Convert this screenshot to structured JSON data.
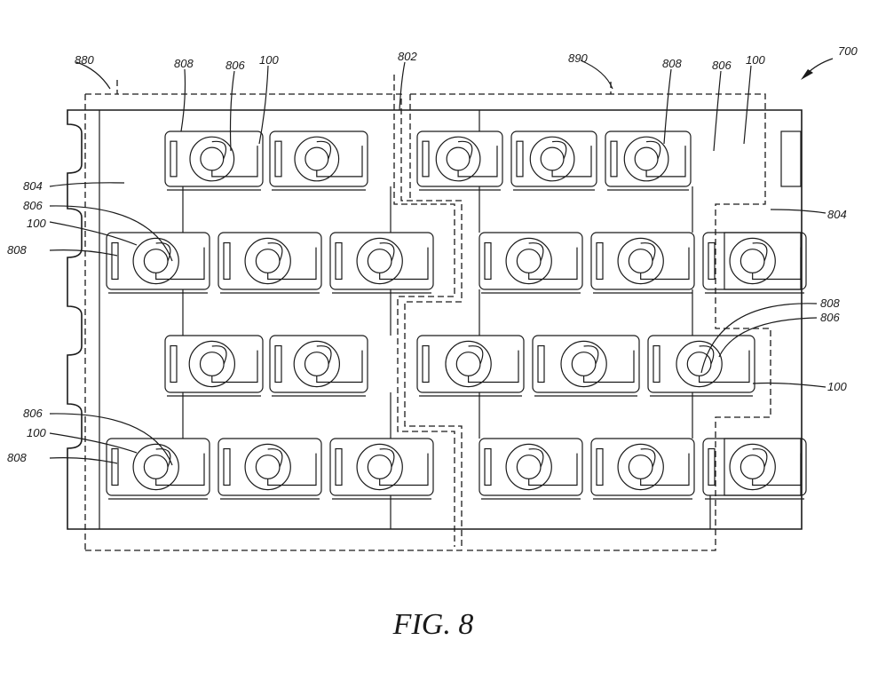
{
  "figure": {
    "caption": "FIG. 8",
    "reference_numerals": {
      "assembly": "700",
      "left_group": "880",
      "right_group": "890",
      "separation_line": "802",
      "substrate_left": "804",
      "substrate_right": "804",
      "cell_top_left": "100",
      "cell_top_right": "100",
      "cell_mid_left": "100",
      "cell_lower_right": "100",
      "cell_bottom_left": "100",
      "terminal_top_left": "806",
      "terminal_top_right": "806",
      "terminal_mid_left": "806",
      "terminal_lower_right": "806",
      "terminal_bottom_left": "806",
      "tab_top_left": "808",
      "tab_top_right": "808",
      "tab_mid_left": "808",
      "tab_lower_right": "808",
      "tab_bottom_left": "808"
    }
  }
}
